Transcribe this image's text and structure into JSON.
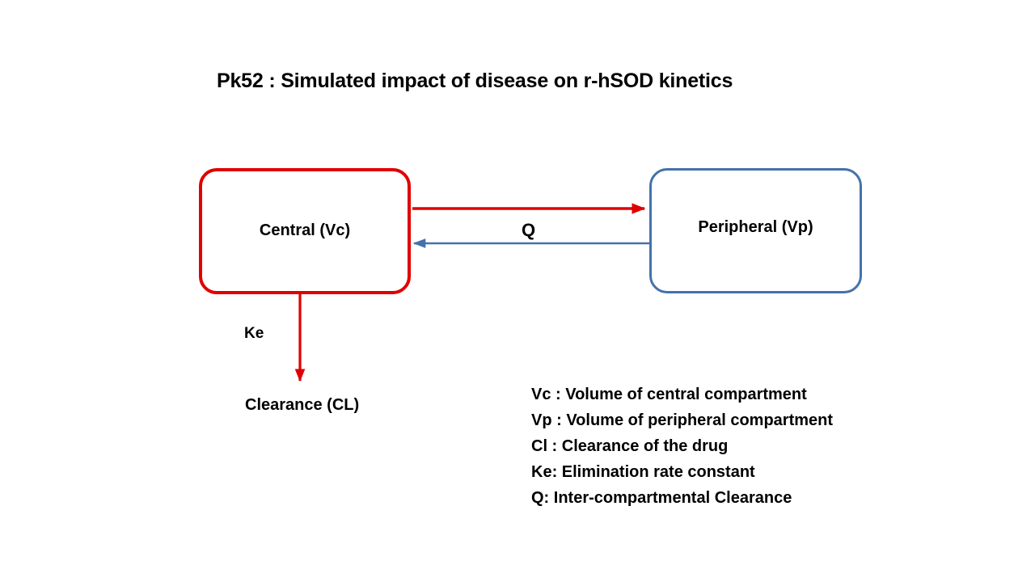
{
  "slide": {
    "title": "Pk52 : Simulated impact of disease on r-hSOD kinetics",
    "background_color": "#FFFFFF"
  },
  "colors": {
    "central_compartment": "#E00000",
    "peripheral_compartment": "#4472AB",
    "text": "#000000"
  },
  "diagram": {
    "type": "two-compartment-pharmacokinetic-model",
    "compartments": [
      {
        "id": "central",
        "label": "Central (Vc)",
        "border_color": "#E00000"
      },
      {
        "id": "peripheral",
        "label": "Peripheral (Vp)",
        "border_color": "#4472AB"
      }
    ],
    "arrows": [
      {
        "id": "central-to-peripheral",
        "from": "central",
        "to": "peripheral",
        "direction": "right",
        "color": "#E00000",
        "label": "Q"
      },
      {
        "id": "peripheral-to-central",
        "from": "peripheral",
        "to": "central",
        "direction": "left",
        "color": "#4472AB",
        "label": "Q"
      },
      {
        "id": "central-to-clearance",
        "from": "central",
        "to": "clearance",
        "direction": "down",
        "color": "#E00000",
        "label": "Ke"
      }
    ],
    "inter_compartment_label": "Q",
    "elimination_label": "Ke",
    "clearance_label": "Clearance (CL)"
  },
  "legend": {
    "lines": [
      "Vc : Volume of central compartment",
      "Vp : Volume of peripheral compartment",
      "Cl : Clearance of the drug",
      "Ke: Elimination rate constant",
      "Q: Inter-compartmental Clearance"
    ]
  }
}
